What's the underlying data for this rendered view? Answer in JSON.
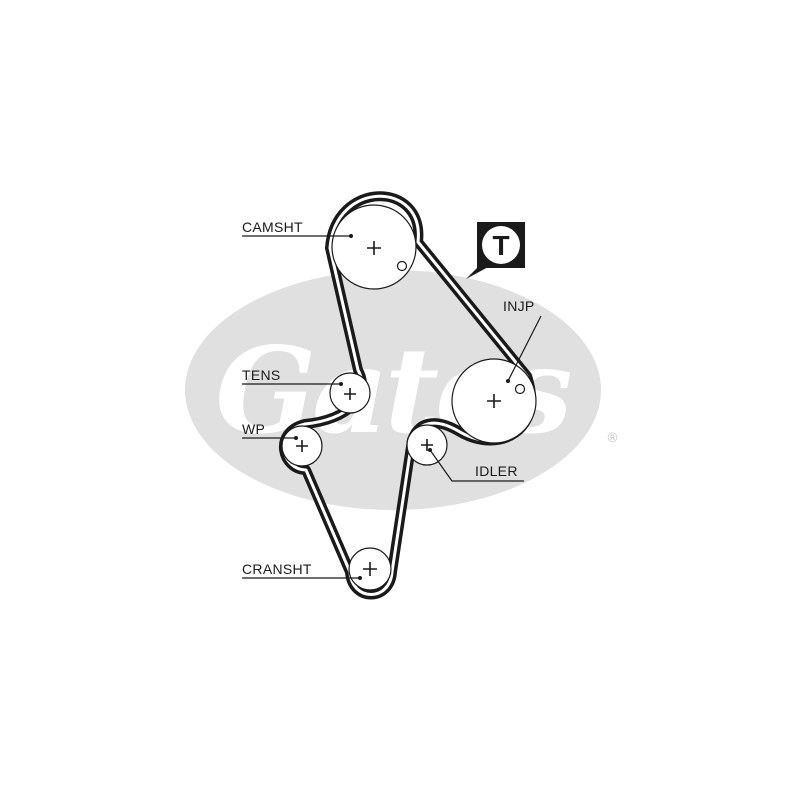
{
  "watermark": {
    "brand": "Gates",
    "registered_mark": "®",
    "color": "#e0e0e0"
  },
  "belt_color": "#1a1a1a",
  "labels": {
    "camshaft": "CAMSHT",
    "tensioner": "TENS",
    "water_pump": "WP",
    "crankshaft": "CRANSHT",
    "injection_pump": "INJP",
    "idler": "IDLER"
  },
  "tension_marker": {
    "letter": "T"
  }
}
